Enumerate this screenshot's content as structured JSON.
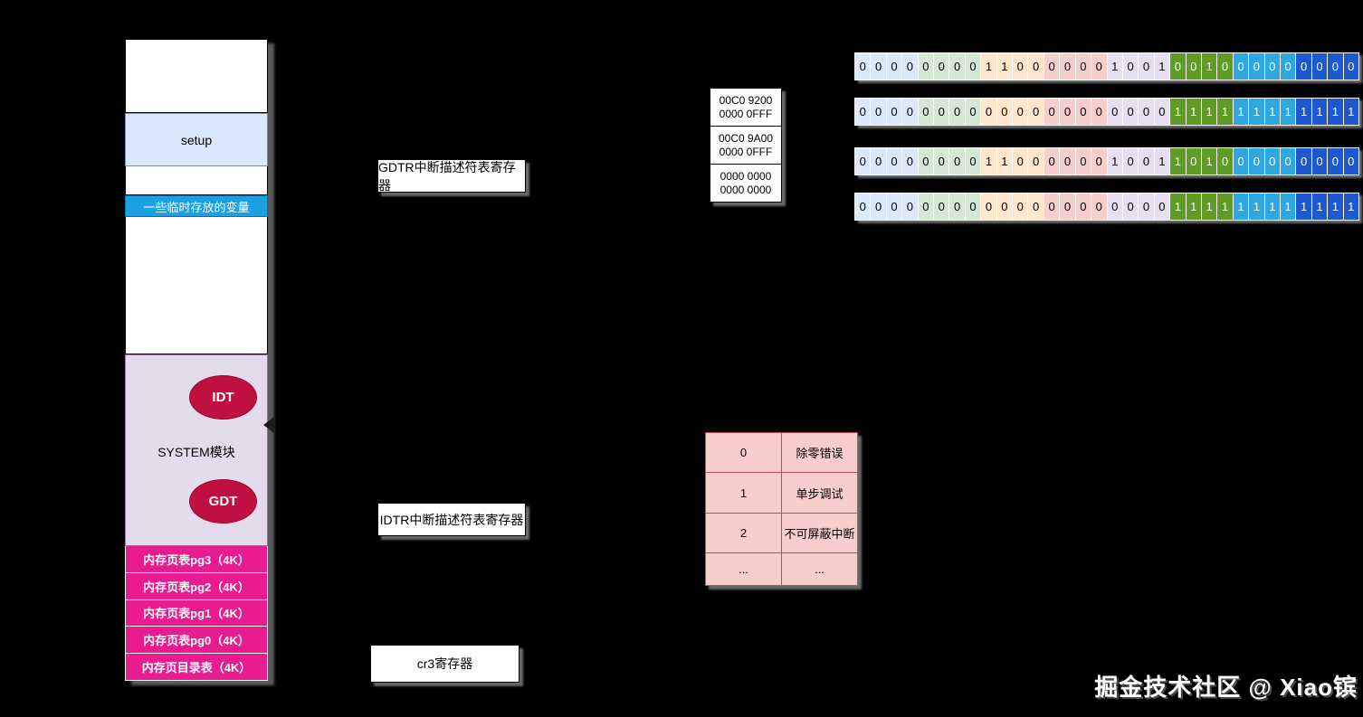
{
  "memory_map": {
    "setup_label": "setup",
    "temp_var_label": "一些临时存放的变量",
    "system_label": "SYSTEM模块",
    "idt_label": "IDT",
    "gdt_label": "GDT",
    "page_tables": [
      "内存页表pg3（4K）",
      "内存页表pg2（4K）",
      "内存页表pg1（4K）",
      "内存页表pg0（4K）",
      "内存页目录表（4K）"
    ]
  },
  "registers": {
    "gdtr_label": "GDTR中断描述符表寄存器",
    "idtr_label": "IDTR中断描述符表寄存器",
    "cr3_label": "cr3寄存器"
  },
  "descriptor_values": {
    "cells": [
      {
        "line1": "00C0 9200",
        "line2": "0000 0FFF"
      },
      {
        "line1": "00C0 9A00",
        "line2": "0000 0FFF"
      },
      {
        "line1": "0000 0000",
        "line2": "0000 0000"
      }
    ]
  },
  "bit_rows": {
    "rows": [
      "00000000110000001001001000000000",
      "00000000000000000000111111111111",
      "00000000110000001001101000000000",
      "00000000000000000000111111111111"
    ],
    "nibble_groups": [
      {
        "bg": "#dae8fc",
        "fg": "#000000"
      },
      {
        "bg": "#d5e8d4",
        "fg": "#000000"
      },
      {
        "bg": "#ffe6cc",
        "fg": "#000000"
      },
      {
        "bg": "#f8cecc",
        "fg": "#000000"
      },
      {
        "bg": "#e6dff0",
        "fg": "#000000"
      },
      {
        "bg": "#5e9c23",
        "fg": "#ffffff"
      },
      {
        "bg": "#2fa7e0",
        "fg": "#ffffff"
      },
      {
        "bg": "#1d58d0",
        "fg": "#ffffff"
      }
    ]
  },
  "interrupt_table": {
    "rows": [
      [
        "0",
        "除零错误"
      ],
      [
        "1",
        "单步调试"
      ],
      [
        "2",
        "不可屏蔽中断"
      ],
      [
        "...",
        "..."
      ]
    ]
  },
  "colors": {
    "page_table_pink": "#e81c90",
    "temp_var_blue": "#1ba1e2",
    "setup_blue": "#dae8fc",
    "system_purple": "#e4dcec",
    "ellipse_red": "#bf1041",
    "int_table_fill": "#f8cecc",
    "int_table_border": "#b85450"
  },
  "watermark": "掘金技术社区 @ Xiao镔"
}
